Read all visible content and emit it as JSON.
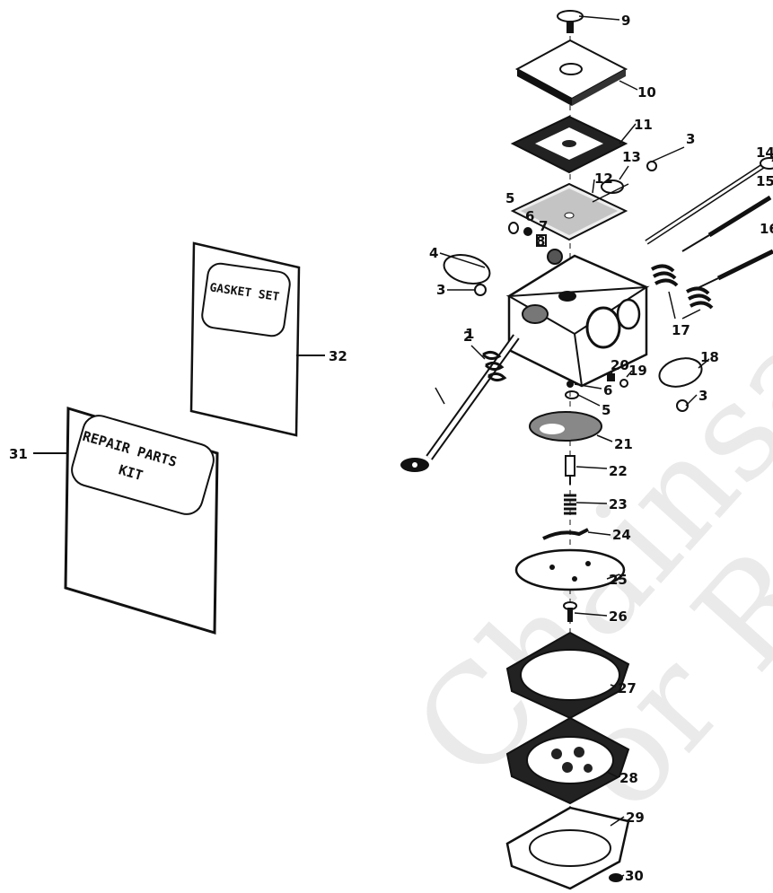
{
  "watermark": {
    "line1": "Chainsaw Parts",
    "line2": "or Repair"
  },
  "kits": {
    "gasket_set": {
      "label": "GASKET SET",
      "callout": "32"
    },
    "repair_parts_kit": {
      "line1": "REPAIR PARTS",
      "line2": "KIT",
      "callout": "31"
    }
  },
  "callouts": [
    "1",
    "2",
    "3",
    "4",
    "5",
    "6",
    "7",
    "8",
    "9",
    "10",
    "11",
    "12",
    "13",
    "14",
    "15",
    "16",
    "17",
    "18",
    "19",
    "20",
    "21",
    "22",
    "23",
    "24",
    "25",
    "26",
    "27",
    "28",
    "29",
    "30"
  ],
  "colors": {
    "ink": "#111111",
    "paper": "#ffffff",
    "watermark": "#d9d9d9"
  }
}
